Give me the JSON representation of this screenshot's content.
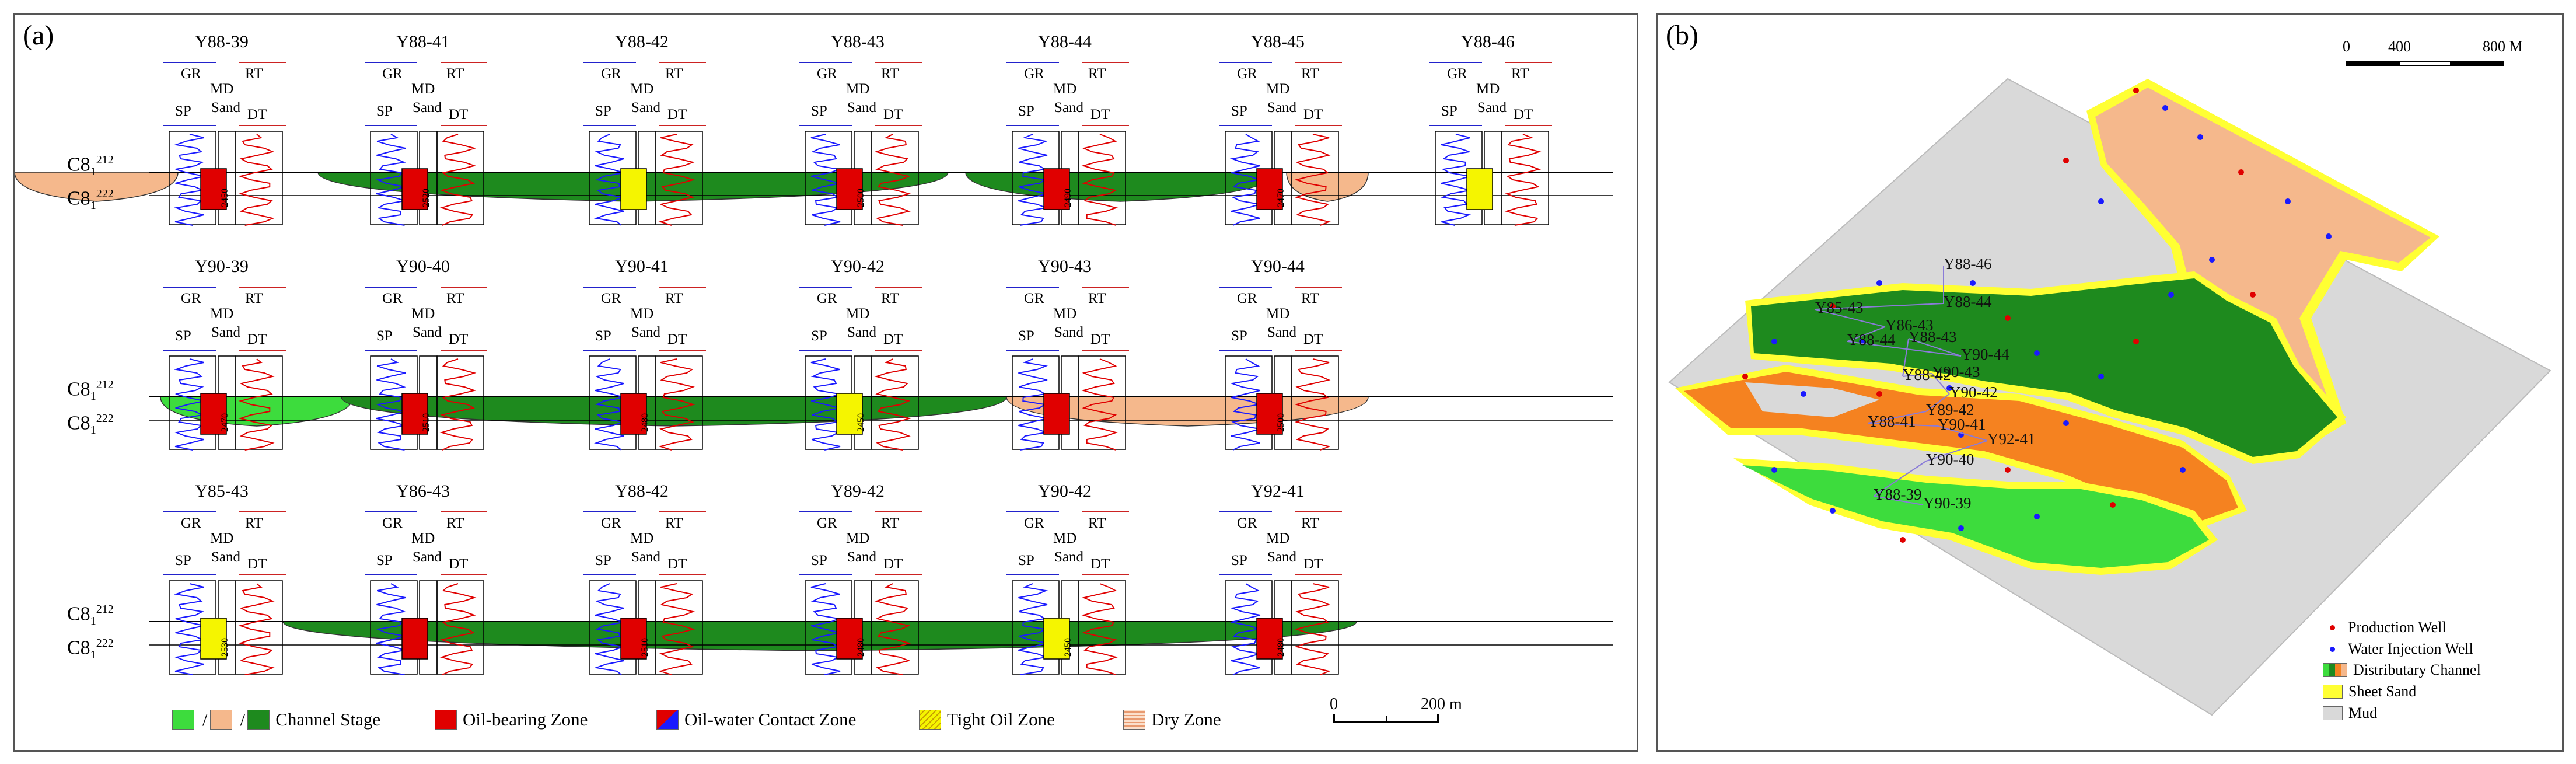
{
  "panel_a": {
    "label": "(a)",
    "marker_top": "C8",
    "marker_top_sub": "1",
    "marker_top_sup": "212",
    "marker_bot": "C8",
    "marker_bot_sub": "1",
    "marker_bot_sup": "222",
    "header": {
      "gr": "GR",
      "rt": "RT",
      "md": "MD",
      "sand": "Sand",
      "sp": "SP",
      "dt": "DT"
    },
    "rows": [
      {
        "wells": [
          "Y88-39",
          "Y88-41",
          "Y88-42",
          "Y88-43",
          "Y88-44",
          "Y88-45",
          "Y88-46"
        ],
        "depths": [
          "2450",
          "2520",
          "",
          "2500",
          "2490",
          "2470",
          ""
        ]
      },
      {
        "wells": [
          "Y90-39",
          "Y90-40",
          "Y90-41",
          "Y90-42",
          "Y90-43",
          "Y90-44"
        ],
        "depths": [
          "2470",
          "2510",
          "2480",
          "2450",
          "",
          "2500"
        ]
      },
      {
        "wells": [
          "Y85-43",
          "Y86-43",
          "Y88-42",
          "Y89-42",
          "Y90-42",
          "Y92-41"
        ],
        "depths": [
          "2530",
          "",
          "2510",
          "2480",
          "2450",
          "2480"
        ]
      }
    ],
    "legend": {
      "channel": "Channel Stage",
      "oil": "Oil-bearing Zone",
      "owc": "Oil-water Contact Zone",
      "tight": "Tight Oil Zone",
      "dry": "Dry Zone"
    },
    "scale": {
      "zero": "0",
      "value": "200 m"
    }
  },
  "panel_b": {
    "label": "(b)",
    "scale": {
      "zero": "0",
      "mid": "400",
      "end": "800 M"
    },
    "wells": [
      "Y88-46",
      "Y88-44",
      "Y85-43",
      "Y86-43",
      "Y88-44",
      "Y90-44",
      "Y88-43",
      "Y88-42",
      "Y90-43",
      "Y90-42",
      "Y89-42",
      "Y88-41",
      "Y90-41",
      "Y92-41",
      "Y90-40",
      "Y88-39",
      "Y90-39"
    ],
    "legend": {
      "production": "Production Well",
      "injection": "Water Injection Well",
      "channel": "Distributary Channel",
      "sheet": "Sheet Sand",
      "mud": "Mud"
    }
  },
  "colors": {
    "dark_green": "#1e8a1e",
    "light_green": "#3ddc3d",
    "orange": "#f58220",
    "peach": "#f5b88c",
    "yellow": "#f5f500",
    "mud": "#d9d9d9",
    "red": "#e00000",
    "blue": "#1a1aff"
  }
}
